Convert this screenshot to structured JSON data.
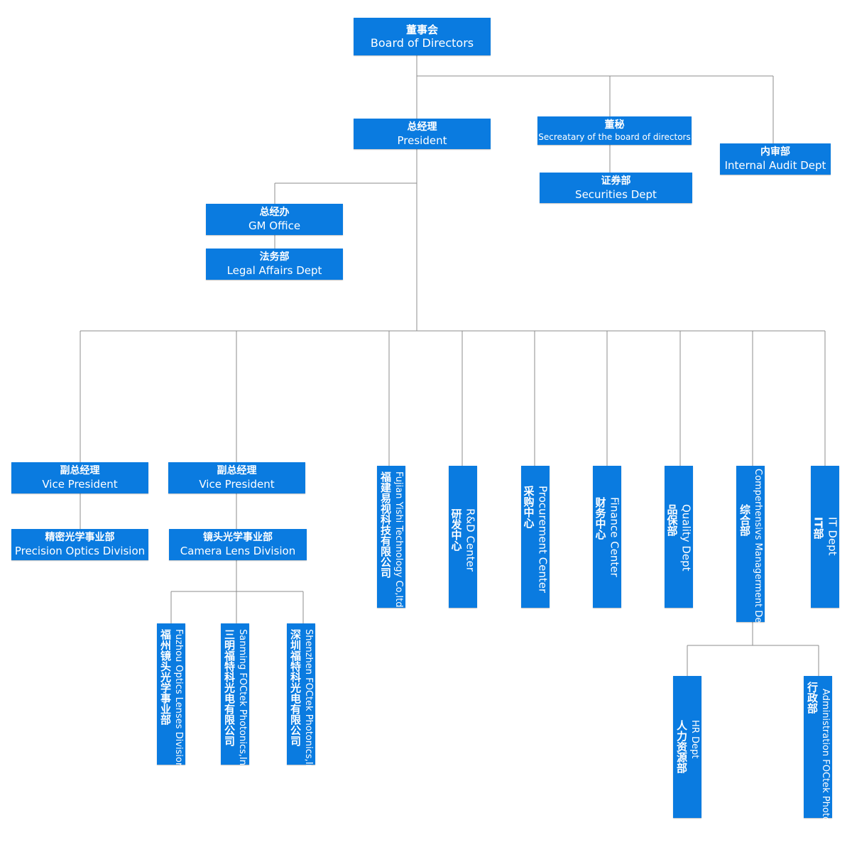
{
  "nodes": {
    "board": {
      "zh": "董事会",
      "en": "Board of Directors"
    },
    "president": {
      "zh": "总经理",
      "en": "President"
    },
    "secretary": {
      "zh": "董秘",
      "en": "Secreatary of  the board of directors"
    },
    "securities": {
      "zh": "证券部",
      "en": "Securities Dept"
    },
    "audit": {
      "zh": "内审部",
      "en": "Internal Audit Dept"
    },
    "gm_office": {
      "zh": "总经办",
      "en": "GM Office"
    },
    "legal": {
      "zh": "法务部",
      "en": "Legal Affairs Dept"
    },
    "vp1": {
      "zh": "副总经理",
      "en": "Vice President"
    },
    "vp2": {
      "zh": "副总经理",
      "en": "Vice President"
    },
    "precision": {
      "zh": "精密光学事业部",
      "en": "Precision Optics Division"
    },
    "camera": {
      "zh": "镜头光学事业部",
      "en": "Camera Lens Division"
    },
    "fuzhou": {
      "zh": "福州镜头光学事业部",
      "en": "Fuzhou Optics Lenses Division"
    },
    "sanming": {
      "zh": "三明福特科光电有限公司",
      "en": "Sanming FOCtek Photonics,Inc"
    },
    "shenzhen": {
      "zh": "深圳福特科光电有限公司",
      "en": "Shenzhen FOCtek Photonics,Inc"
    },
    "yishi": {
      "zh": "福建易视科技有限公司",
      "en": "Fujian Yishi Technology Co,ltd"
    },
    "rd": {
      "zh": "研发中心",
      "en": "R&D Center"
    },
    "procurement": {
      "zh": "采购中心",
      "en": "Procurement Center"
    },
    "finance": {
      "zh": "财务中心",
      "en": "Finance Center"
    },
    "quality": {
      "zh": "品保部",
      "en": "Quality Dept"
    },
    "comprehensive": {
      "zh": "综合部",
      "en": "Comperhensivs Managerment Dept"
    },
    "it": {
      "zh": "IT部",
      "en": "IT Dept"
    },
    "hr": {
      "zh": "人力资源部",
      "en": "HR Dept"
    },
    "admin": {
      "zh": "行政部",
      "en": "Administration FOCtek Photonics,Inc"
    }
  },
  "colors": {
    "box": "#0a7be0",
    "line": "#8c8c8c",
    "text": "#ffffff"
  }
}
